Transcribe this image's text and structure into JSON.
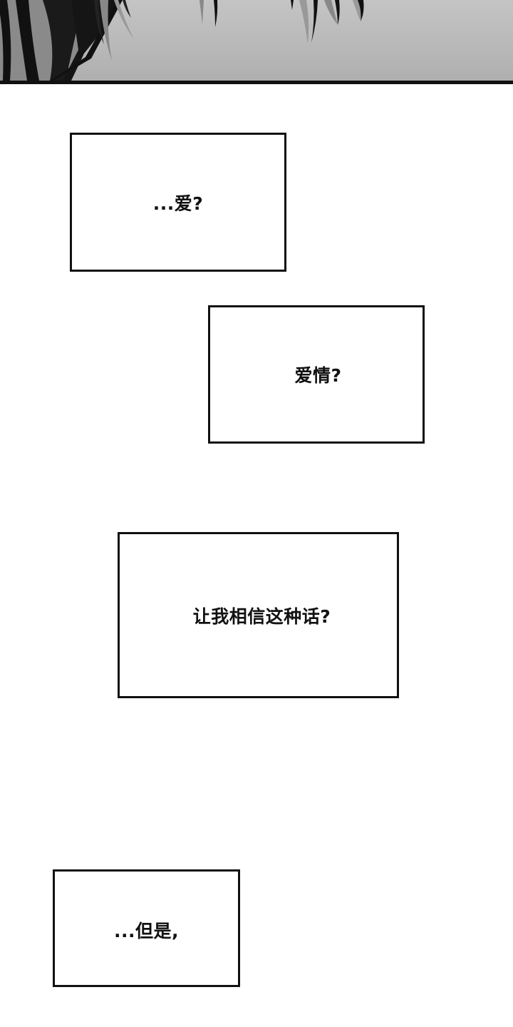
{
  "comic": {
    "top_panel": {
      "description": "grayscale panel bottom edge showing dark hair strands",
      "background_color": "#bcbcbc",
      "border_color": "#111111"
    },
    "captions": [
      {
        "id": "caption-1",
        "text": "...爱?"
      },
      {
        "id": "caption-2",
        "text": "爱情?"
      },
      {
        "id": "caption-3",
        "text": "让我相信这种话?"
      },
      {
        "id": "caption-4",
        "text": "...但是,"
      }
    ],
    "colors": {
      "page_background": "#ffffff",
      "box_border": "#111111",
      "text": "#111111"
    }
  }
}
